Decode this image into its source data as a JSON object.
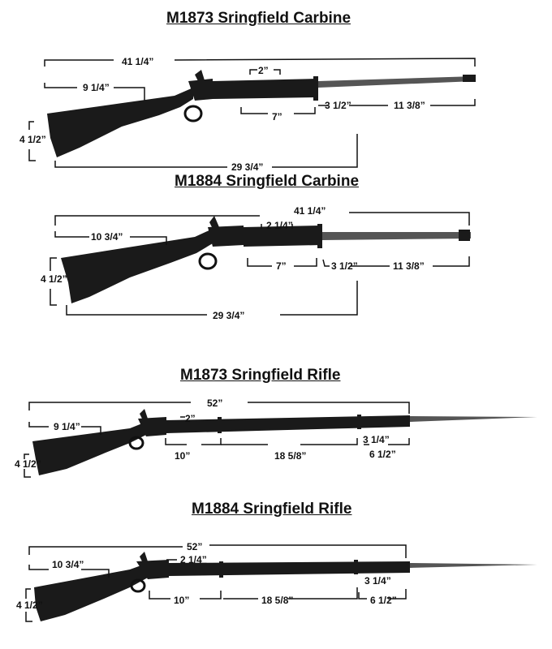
{
  "diagrams": [
    {
      "title": "M1873 Sringfield Carbine",
      "labels": [
        "41 1/4”",
        "9 1/4”",
        "2”",
        "7”",
        "3 1/2”",
        "11 3/8”",
        "4 1/2”",
        "29 3/4”"
      ]
    },
    {
      "title": "M1884 Sringfield Carbine",
      "labels": [
        "41 1/4”",
        "10 3/4”",
        "2 1/4”",
        "7”",
        "3 1/2”",
        "11 3/8”",
        "4 1/2”",
        "29 3/4”"
      ]
    },
    {
      "title": "M1873 Sringfield Rifle",
      "labels": [
        "52”",
        "9 1/4”",
        "2”",
        "10”",
        "18 5/8”",
        "3 1/4”",
        "6 1/2”",
        "4 1/2”"
      ]
    },
    {
      "title": "M1884 Sringfield Rifle",
      "labels": [
        "52”",
        "10 3/4”",
        "2 1/4”",
        "10”",
        "18 5/8”",
        "3 1/4”",
        "6 1/2”",
        "4 1/2”"
      ]
    }
  ]
}
